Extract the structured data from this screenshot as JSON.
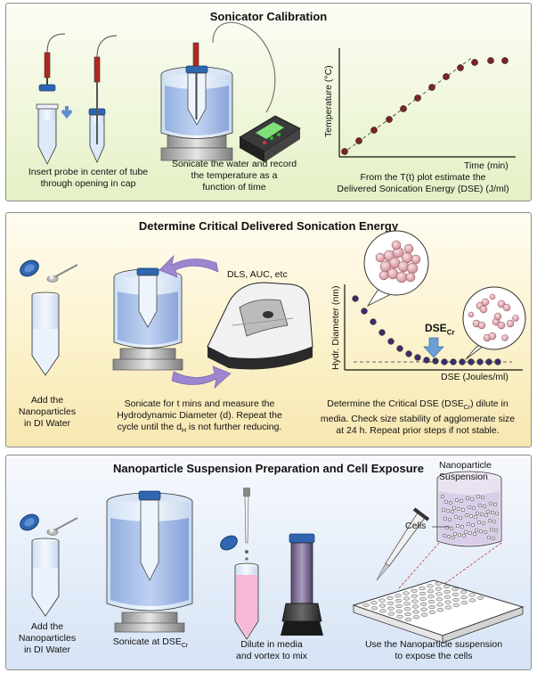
{
  "panel1": {
    "title": "Sonicator Calibration",
    "step1_caption": [
      "Insert probe in center of tube",
      "through opening in cap"
    ],
    "step2_caption": [
      "Sonicate the water and record",
      "the temperature as a",
      "function of time"
    ],
    "step3_caption": [
      "From the T(t) plot estimate the",
      "Delivered Sonication Energy (DSE) (J/ml)"
    ],
    "plot_ylabel": "Temperature (°C)",
    "plot_xlabel": "Time (min)"
  },
  "panel2": {
    "title": "Determine Critical Delivered Sonication Energy",
    "instrument_label": "DLS, AUC, etc",
    "step1_caption": [
      "Add the",
      "Nanoparticles",
      "in DI Water"
    ],
    "step2_caption_line1": "Sonicate for t mins and measure the",
    "step2_caption_line2": "Hydrodynamic Diameter (d). Repeat the",
    "step2_caption_line3_pre": "cycle until the d",
    "step2_caption_line3_sub": "H",
    "step2_caption_line3_post": " is not further reducing.",
    "step3_caption": [
      "Determine the Critical DSE (DSE",
      "Cr",
      ") dilute in",
      "media. Check size stability of agglomerate size",
      "at 24 h. Repeat prior steps if not stable."
    ],
    "plot_ylabel": "Hydr. Diameter (nm)",
    "plot_xlabel": "DSE (Joules/ml)",
    "marker_label": "DSE",
    "marker_sub": "Cr"
  },
  "panel3": {
    "title": "Nanoparticle Suspension Preparation and Cell Exposure",
    "step1_caption": [
      "Add the",
      "Nanoparticles",
      "in DI Water"
    ],
    "step2_caption_pre": "Sonicate at DSE",
    "step2_caption_sub": "Cr",
    "step3_caption": [
      "Dilute in media",
      "and vortex to mix"
    ],
    "step4_caption": [
      "Use the Nanoparticle suspension",
      "to expose the cells"
    ],
    "label_suspension": [
      "Nanoparticle",
      "Suspension"
    ],
    "label_cells": "Cells"
  },
  "colors": {
    "panel1_bg": "#eef6d8",
    "panel2_bg": "#fbf1c9",
    "panel3_bg": "#e3ecf8",
    "data_point": "#7a2424",
    "dse_point": "#3d2e6b",
    "arrow_purple": "#9c86cf",
    "arrow_blue": "#6a9fd6",
    "media_pink": "#f5b8d6",
    "cap_blue": "#2f66b0"
  }
}
